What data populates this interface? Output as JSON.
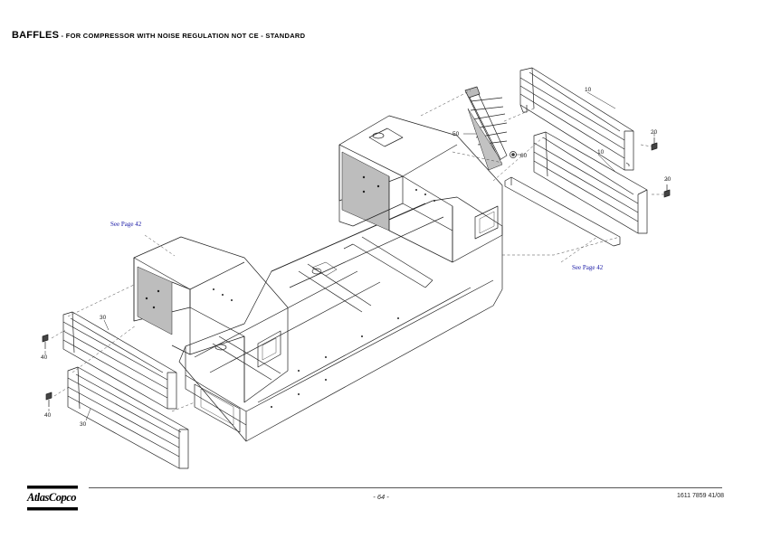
{
  "header": {
    "title_main": "BAFFLES",
    "title_sub": " - FOR COMPRESSOR WITH NOISE REGULATION NOT CE - STANDARD"
  },
  "callouts": {
    "c10a": "10",
    "c10b": "10",
    "c20a": "20",
    "c20b": "20",
    "c30a": "30",
    "c30b": "30",
    "c40a": "40",
    "c40b": "40",
    "c50": "50",
    "c60": "60"
  },
  "references": {
    "left": "See Page 42",
    "right": "See Page 42"
  },
  "footer": {
    "brand": "AtlasCopco",
    "page": "- 64 -",
    "doc_number": "1611 7859 41/08"
  }
}
